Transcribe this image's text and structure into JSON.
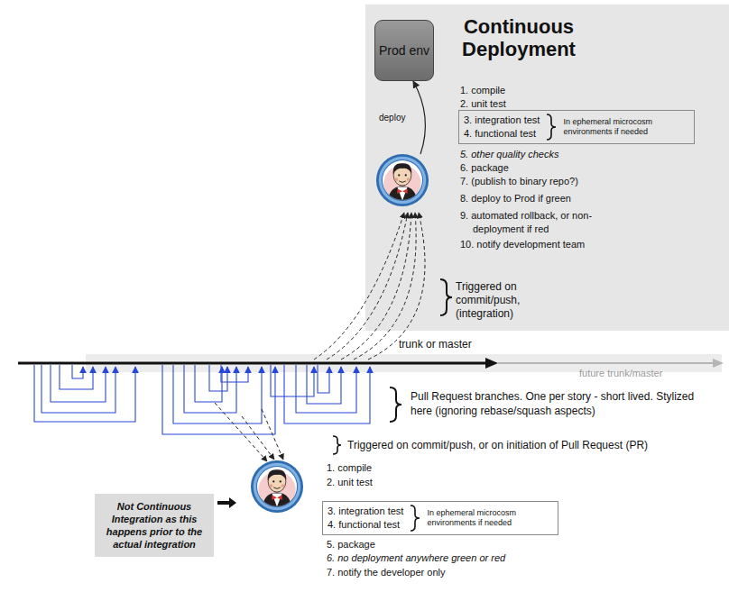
{
  "diagram": {
    "nodes": [
      {
        "text": [
          "Continuous Deployment",
          "1. compile",
          "2. unit test",
          "5. other quality checks",
          "6. package",
          "7. (publish to binary repo?)",
          "8. deploy to Prod if green",
          "9. automated rollback, or non-deployment if red",
          "10. notify development team",
          "Triggered on commit/push, (integration)"
        ]
      },
      {
        "text": [
          "Prod env"
        ],
        "in": 0
      },
      {
        "text": [
          "3. integration test",
          "4. functional test",
          "In ephemeral microcosm environments if needed"
        ],
        "in": 0
      },
      {
        "text": [
          "Not Continuous Integration as this happens prior to the actual integration"
        ]
      },
      {
        "text": [
          "3. integration test",
          "4. functional test",
          "In ephemeral microcosm environments if needed"
        ]
      }
    ],
    "labels": [
      "deploy",
      "trunk or master",
      "future trunk/master",
      "Pull Request branches. One per story - short lived. Stylized here (ignoring rebase/squash aspects)",
      "Triggered on commit/push, or on initiation of Pull Request (PR)",
      "1. compile",
      "2. unit test",
      "5. package",
      "6. no deployment anywhere green or red",
      "7. notify the developer only"
    ]
  }
}
